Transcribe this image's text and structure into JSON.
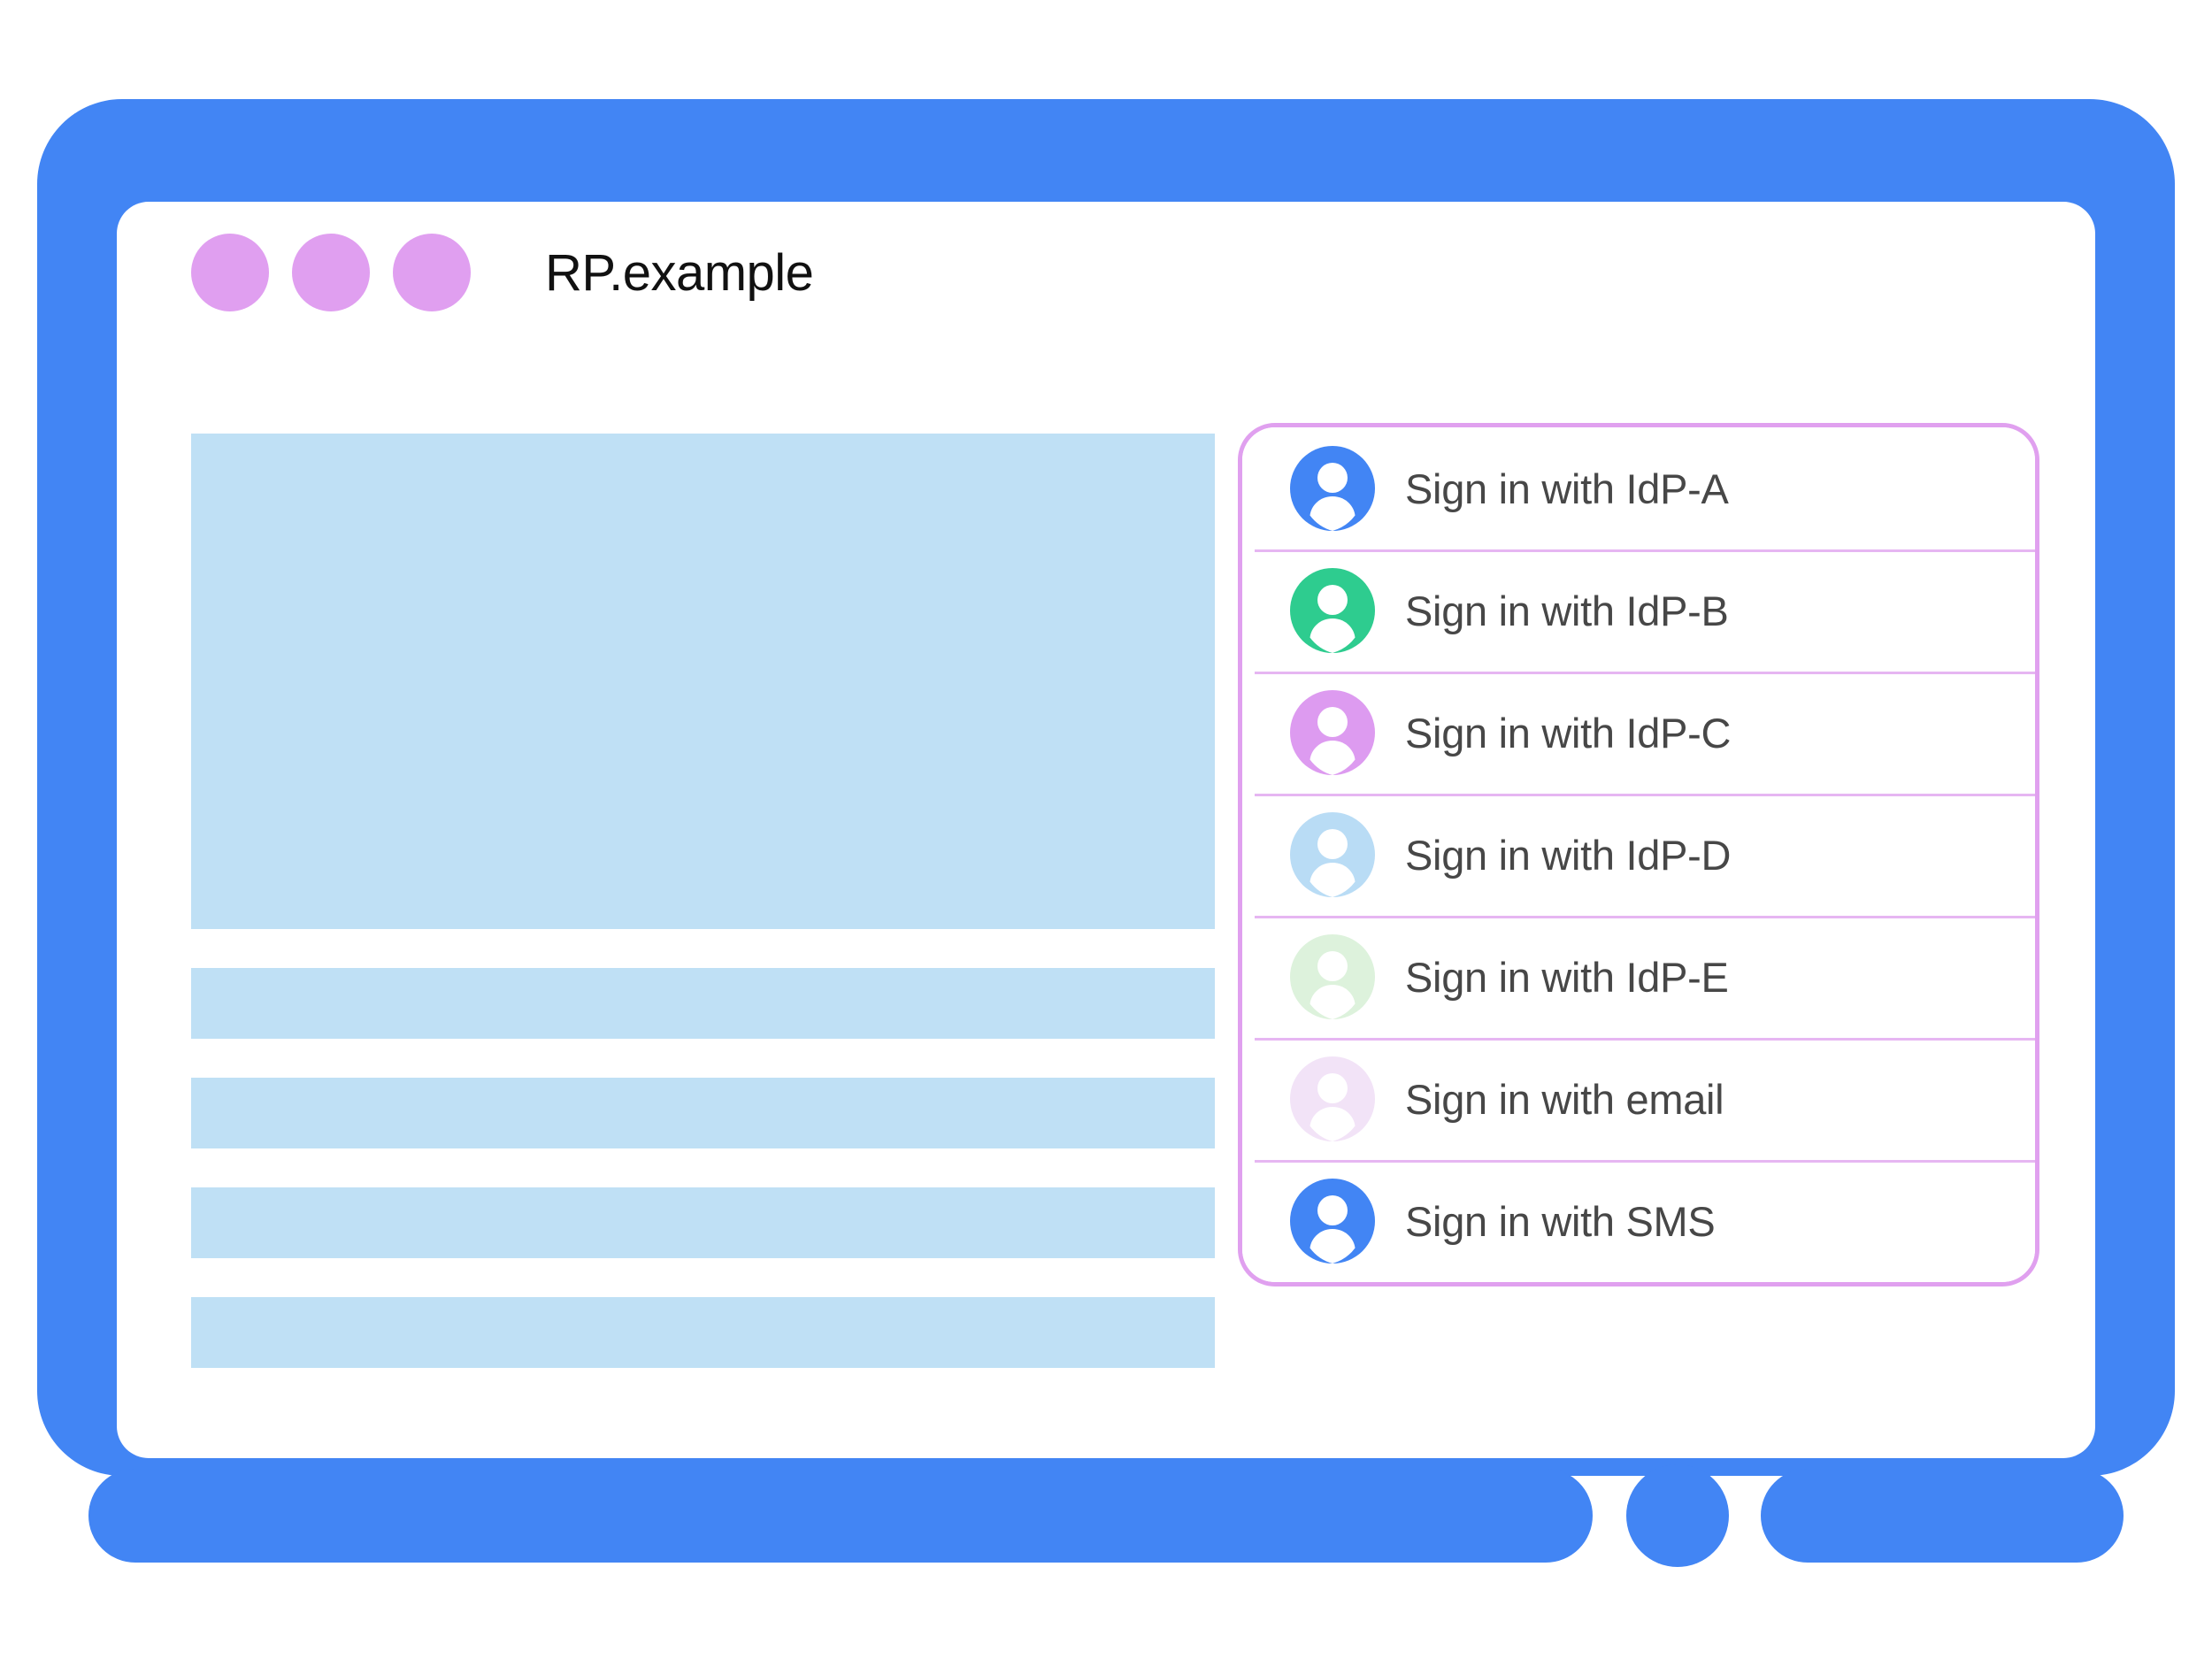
{
  "window": {
    "title": "RP.example",
    "dots": [
      "window-dot-1",
      "window-dot-2",
      "window-dot-3"
    ],
    "dot_color": "#e09ff0"
  },
  "theme": {
    "device_frame_color": "#4285f4",
    "screen_background": "#ffffff",
    "placeholder_color": "#bfe0f5",
    "panel_border_color": "#e0a0ef",
    "panel_divider_color": "#e6b6f2",
    "row_text_color": "#474747"
  },
  "content_placeholders": [
    {
      "name": "hero-block",
      "kind": "hero"
    },
    {
      "name": "text-bar-1",
      "kind": "bar"
    },
    {
      "name": "text-bar-2",
      "kind": "bar"
    },
    {
      "name": "text-bar-3",
      "kind": "bar"
    },
    {
      "name": "text-bar-4",
      "kind": "bar"
    }
  ],
  "account_chooser": {
    "rows": [
      {
        "label": "Sign in with IdP-A",
        "icon": "person-avatar-icon",
        "avatar_color": "#4285f4"
      },
      {
        "label": "Sign in with IdP-B",
        "icon": "person-avatar-icon",
        "avatar_color": "#2ecc8f"
      },
      {
        "label": "Sign in with IdP-C",
        "icon": "person-avatar-icon",
        "avatar_color": "#dd9bf0"
      },
      {
        "label": "Sign in with IdP-D",
        "icon": "person-avatar-icon",
        "avatar_color": "#b9dcf5"
      },
      {
        "label": "Sign in with IdP-E",
        "icon": "person-avatar-icon",
        "avatar_color": "#ddf2dc"
      },
      {
        "label": "Sign in with email",
        "icon": "person-avatar-icon",
        "avatar_color": "#f2e3f7"
      },
      {
        "label": "Sign in with SMS",
        "icon": "person-avatar-icon",
        "avatar_color": "#4285f4"
      }
    ]
  },
  "device_chrome": {
    "home_button": "home-button",
    "bezel_left": "bezel-bar-left",
    "bezel_right": "bezel-bar-right"
  }
}
